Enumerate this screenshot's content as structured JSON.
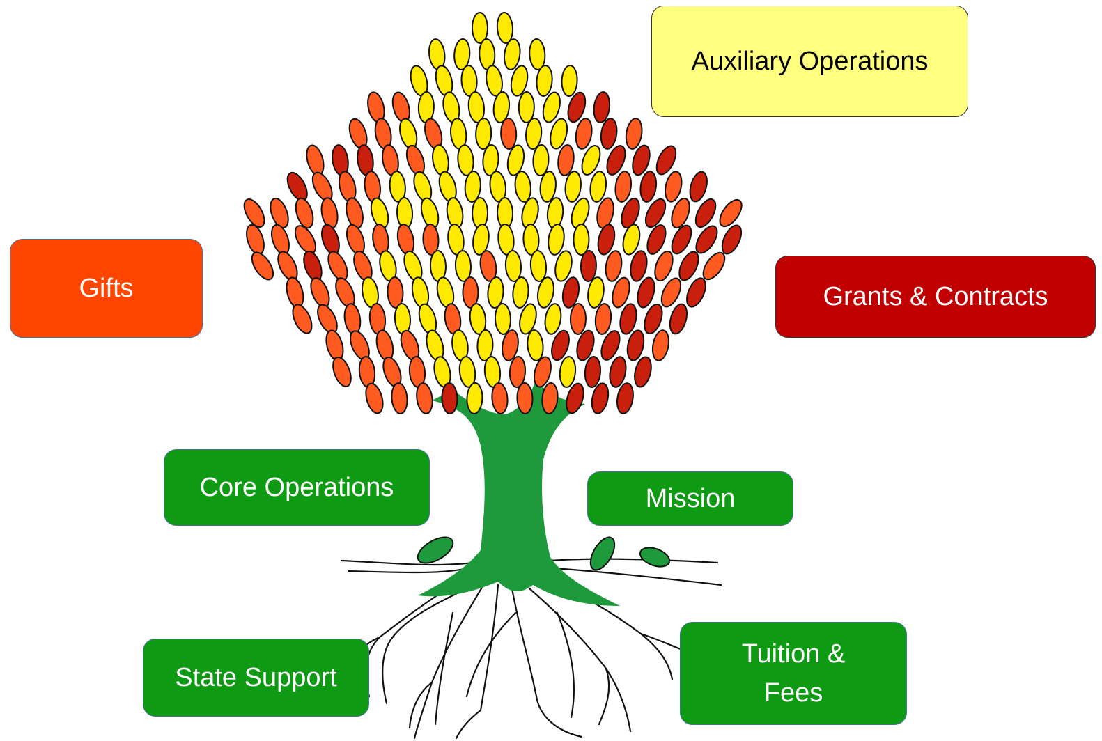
{
  "labels": {
    "auxiliary_operations": "Auxiliary Operations",
    "gifts": "Gifts",
    "grants_contracts": "Grants & Contracts",
    "core_operations": "Core Operations",
    "mission": "Mission",
    "state_support": "State Support",
    "tuition_fees_line1": "Tuition &",
    "tuition_fees_line2": "Fees"
  },
  "colors": {
    "leaf_yellow": "#ffea00",
    "leaf_orange": "#ff5a1f",
    "leaf_red": "#c8200c",
    "trunk_green": "#1e9a3c",
    "box_green": "#0f9a14",
    "box_yellow": "#ffff80",
    "box_orange": "#ff4500",
    "box_red": "#c00000"
  }
}
